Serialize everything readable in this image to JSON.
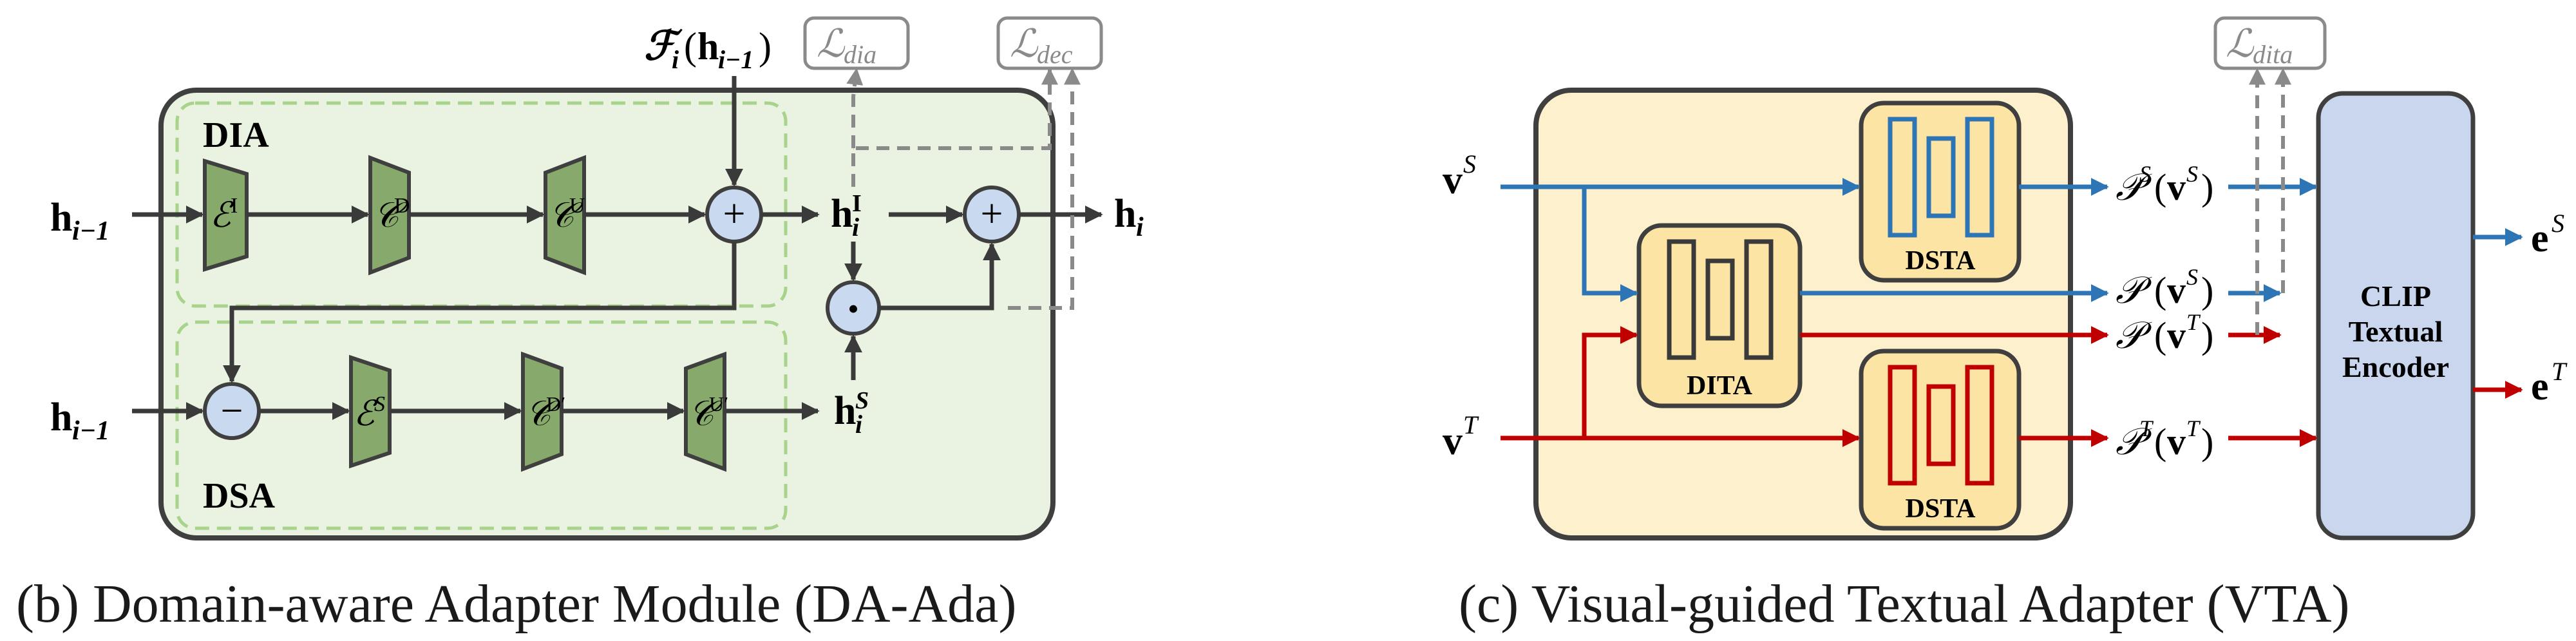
{
  "panel_b": {
    "caption": "(b)  Domain-aware Adapter Module (DA-Ada)",
    "dia_label": "DIA",
    "dsa_label": "DSA",
    "input_top": {
      "main": "h",
      "sub": "i−1"
    },
    "input_bottom": {
      "main": "h",
      "sub": "i−1"
    },
    "feature_top": {
      "F": "ℱ",
      "F_sub": "i",
      "arg_main": "h",
      "arg_sub": "i−1"
    },
    "loss_dia": {
      "main": "ℒ",
      "sub": "dia"
    },
    "loss_dec": {
      "main": "ℒ",
      "sub": "dec"
    },
    "enc_dia": {
      "main": "ℰ",
      "sup": "I"
    },
    "c_d": {
      "main": "𝒞",
      "sup": "D"
    },
    "c_u": {
      "main": "𝒞",
      "sup": "U"
    },
    "enc_dsa": {
      "main": "ℰ",
      "sup": "S"
    },
    "c_d_prime": {
      "main": "𝒞",
      "sup": "D′"
    },
    "c_u_prime": {
      "main": "𝒞",
      "sup": "U′"
    },
    "h_i_I": {
      "main": "h",
      "sub": "i",
      "sup": "I"
    },
    "h_i_S": {
      "main": "h",
      "sub": "i",
      "sup": "S"
    },
    "output": {
      "main": "h",
      "sub": "i"
    },
    "op_plus": "+",
    "op_minus": "−",
    "op_dot": "•"
  },
  "panel_c": {
    "caption": "(c)  Visual-guided Textual Adapter (VTA)",
    "v_S": {
      "main": "v",
      "sup": "S"
    },
    "v_T": {
      "main": "v",
      "sup": "T"
    },
    "dsta_top": "DSTA",
    "dsta_bottom": "DSTA",
    "dita": "DITA",
    "loss_dita": {
      "main": "ℒ",
      "sub": "dita"
    },
    "p_S": {
      "P": "𝒫",
      "P_sup": "S",
      "arg_main": "v",
      "arg_sup": "S"
    },
    "p_mid_S": {
      "P": "𝒫",
      "arg_main": "v",
      "arg_sup": "S"
    },
    "p_mid_T": {
      "P": "𝒫",
      "arg_main": "v",
      "arg_sup": "T"
    },
    "p_T": {
      "P": "𝒫",
      "P_sup": "T",
      "arg_main": "v",
      "arg_sup": "T"
    },
    "clip_lines": [
      "CLIP",
      "Textual",
      "Encoder"
    ],
    "e_S": {
      "main": "e",
      "sup": "S"
    },
    "e_T": {
      "main": "e",
      "sup": "T"
    }
  },
  "colors": {
    "green_panel": "#eaf3e1",
    "green_dash": "#a7d38a",
    "trapezoid": "#87a96b",
    "circle": "#c9d9f0",
    "yellow_panel": "#fdf0cc",
    "adapter_box": "#fce4a5",
    "clip_box": "#c9d6ee",
    "blue_arrow": "#2e75b6",
    "red_arrow": "#c00000",
    "loss_gray": "#8a8a8a"
  }
}
